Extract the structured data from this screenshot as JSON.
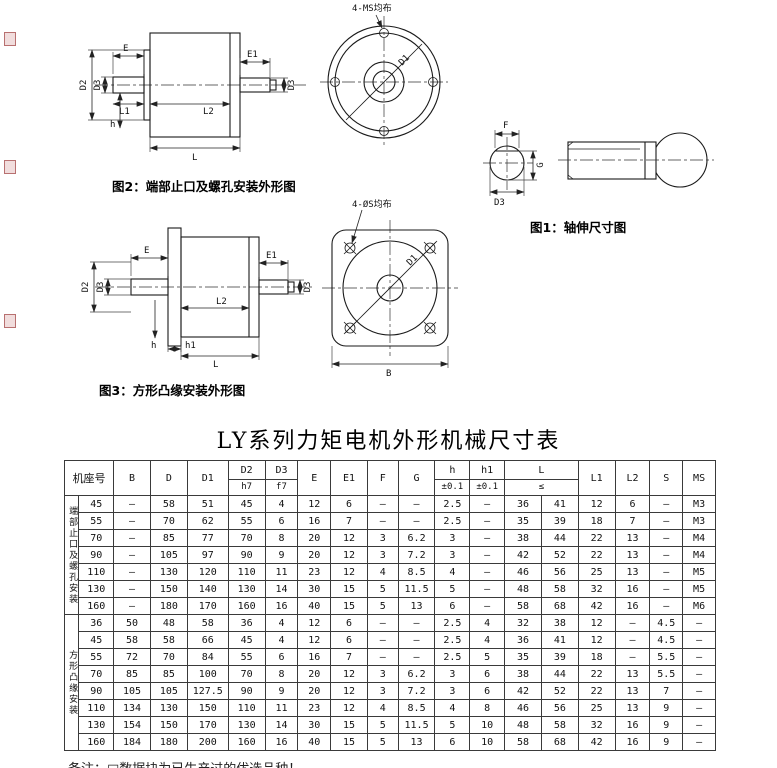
{
  "title": "LY系列力矩电机外形机械尺寸表",
  "figures": {
    "fig1": {
      "caption": "图1：轴伸尺寸图",
      "labels": {
        "F": "F",
        "G": "G",
        "D3": "D3"
      }
    },
    "fig2": {
      "caption": "图2：端部止口及螺孔安装外形图",
      "labels": {
        "E": "E",
        "E1": "E1",
        "D2": "D2",
        "D3_left": "D3",
        "L1": "L1",
        "L2": "L2",
        "D3_right": "D3",
        "h": "h",
        "L": "L"
      },
      "flange_callout": "4-MS均布",
      "flange_D1": "D1"
    },
    "fig3": {
      "caption": "图3：方形凸缘安装外形图",
      "labels": {
        "E": "E",
        "E1": "E1",
        "D2": "D2",
        "D3_left": "D3",
        "L2": "L2",
        "D3_right": "D3",
        "h": "h",
        "h1": "h1",
        "L": "L"
      },
      "flange_callout": "4-ØS均布",
      "flange_D1": "D1",
      "flange_B": "B"
    }
  },
  "table": {
    "frame_header": "机座号",
    "columns": [
      {
        "label": "B"
      },
      {
        "label": "D"
      },
      {
        "label": "D1"
      },
      {
        "label": "D2",
        "sub": "h7"
      },
      {
        "label": "D3",
        "sub": "f7"
      },
      {
        "label": "E"
      },
      {
        "label": "E1"
      },
      {
        "label": "F"
      },
      {
        "label": "G"
      },
      {
        "label": "h",
        "sub": "±0.1"
      },
      {
        "label": "h1",
        "sub": "±0.1"
      },
      {
        "label": "L",
        "sub": "≤",
        "span": 2
      },
      {
        "label": "L1"
      },
      {
        "label": "L2"
      },
      {
        "label": "S"
      },
      {
        "label": "MS"
      }
    ],
    "groups": [
      {
        "label": "端部止口及螺孔安装",
        "rows": [
          [
            "45",
            "–",
            "58",
            "51",
            "45",
            "4",
            "12",
            "6",
            "–",
            "–",
            "2.5",
            "–",
            "36",
            "41",
            "12",
            "6",
            "–",
            "M3"
          ],
          [
            "55",
            "–",
            "70",
            "62",
            "55",
            "6",
            "16",
            "7",
            "–",
            "–",
            "2.5",
            "–",
            "35",
            "39",
            "18",
            "7",
            "–",
            "M3"
          ],
          [
            "70",
            "–",
            "85",
            "77",
            "70",
            "8",
            "20",
            "12",
            "3",
            "6.2",
            "3",
            "–",
            "38",
            "44",
            "22",
            "13",
            "–",
            "M4"
          ],
          [
            "90",
            "–",
            "105",
            "97",
            "90",
            "9",
            "20",
            "12",
            "3",
            "7.2",
            "3",
            "–",
            "42",
            "52",
            "22",
            "13",
            "–",
            "M4"
          ],
          [
            "110",
            "–",
            "130",
            "120",
            "110",
            "11",
            "23",
            "12",
            "4",
            "8.5",
            "4",
            "–",
            "46",
            "56",
            "25",
            "13",
            "–",
            "M5"
          ],
          [
            "130",
            "–",
            "150",
            "140",
            "130",
            "14",
            "30",
            "15",
            "5",
            "11.5",
            "5",
            "–",
            "48",
            "58",
            "32",
            "16",
            "–",
            "M5"
          ],
          [
            "160",
            "–",
            "180",
            "170",
            "160",
            "16",
            "40",
            "15",
            "5",
            "13",
            "6",
            "–",
            "58",
            "68",
            "42",
            "16",
            "–",
            "M6"
          ]
        ]
      },
      {
        "label": "方形凸缘安装",
        "rows": [
          [
            "36",
            "50",
            "48",
            "58",
            "36",
            "4",
            "12",
            "6",
            "–",
            "–",
            "2.5",
            "4",
            "32",
            "38",
            "12",
            "–",
            "4.5",
            "–"
          ],
          [
            "45",
            "58",
            "58",
            "66",
            "45",
            "4",
            "12",
            "6",
            "–",
            "–",
            "2.5",
            "4",
            "36",
            "41",
            "12",
            "–",
            "4.5",
            "–"
          ],
          [
            "55",
            "72",
            "70",
            "84",
            "55",
            "6",
            "16",
            "7",
            "–",
            "–",
            "2.5",
            "5",
            "35",
            "39",
            "18",
            "–",
            "5.5",
            "–"
          ],
          [
            "70",
            "85",
            "85",
            "100",
            "70",
            "8",
            "20",
            "12",
            "3",
            "6.2",
            "3",
            "6",
            "38",
            "44",
            "22",
            "13",
            "5.5",
            "–"
          ],
          [
            "90",
            "105",
            "105",
            "127.5",
            "90",
            "9",
            "20",
            "12",
            "3",
            "7.2",
            "3",
            "6",
            "42",
            "52",
            "22",
            "13",
            "7",
            "–"
          ],
          [
            "110",
            "134",
            "130",
            "150",
            "110",
            "11",
            "23",
            "12",
            "4",
            "8.5",
            "4",
            "8",
            "46",
            "56",
            "25",
            "13",
            "9",
            "–"
          ],
          [
            "130",
            "154",
            "150",
            "170",
            "130",
            "14",
            "30",
            "15",
            "5",
            "11.5",
            "5",
            "10",
            "48",
            "58",
            "32",
            "16",
            "9",
            "–"
          ],
          [
            "160",
            "184",
            "180",
            "200",
            "160",
            "16",
            "40",
            "15",
            "5",
            "13",
            "6",
            "10",
            "58",
            "68",
            "42",
            "16",
            "9",
            "–"
          ]
        ]
      }
    ]
  },
  "note": "备注：□数据块为已生产过的优选品种！"
}
